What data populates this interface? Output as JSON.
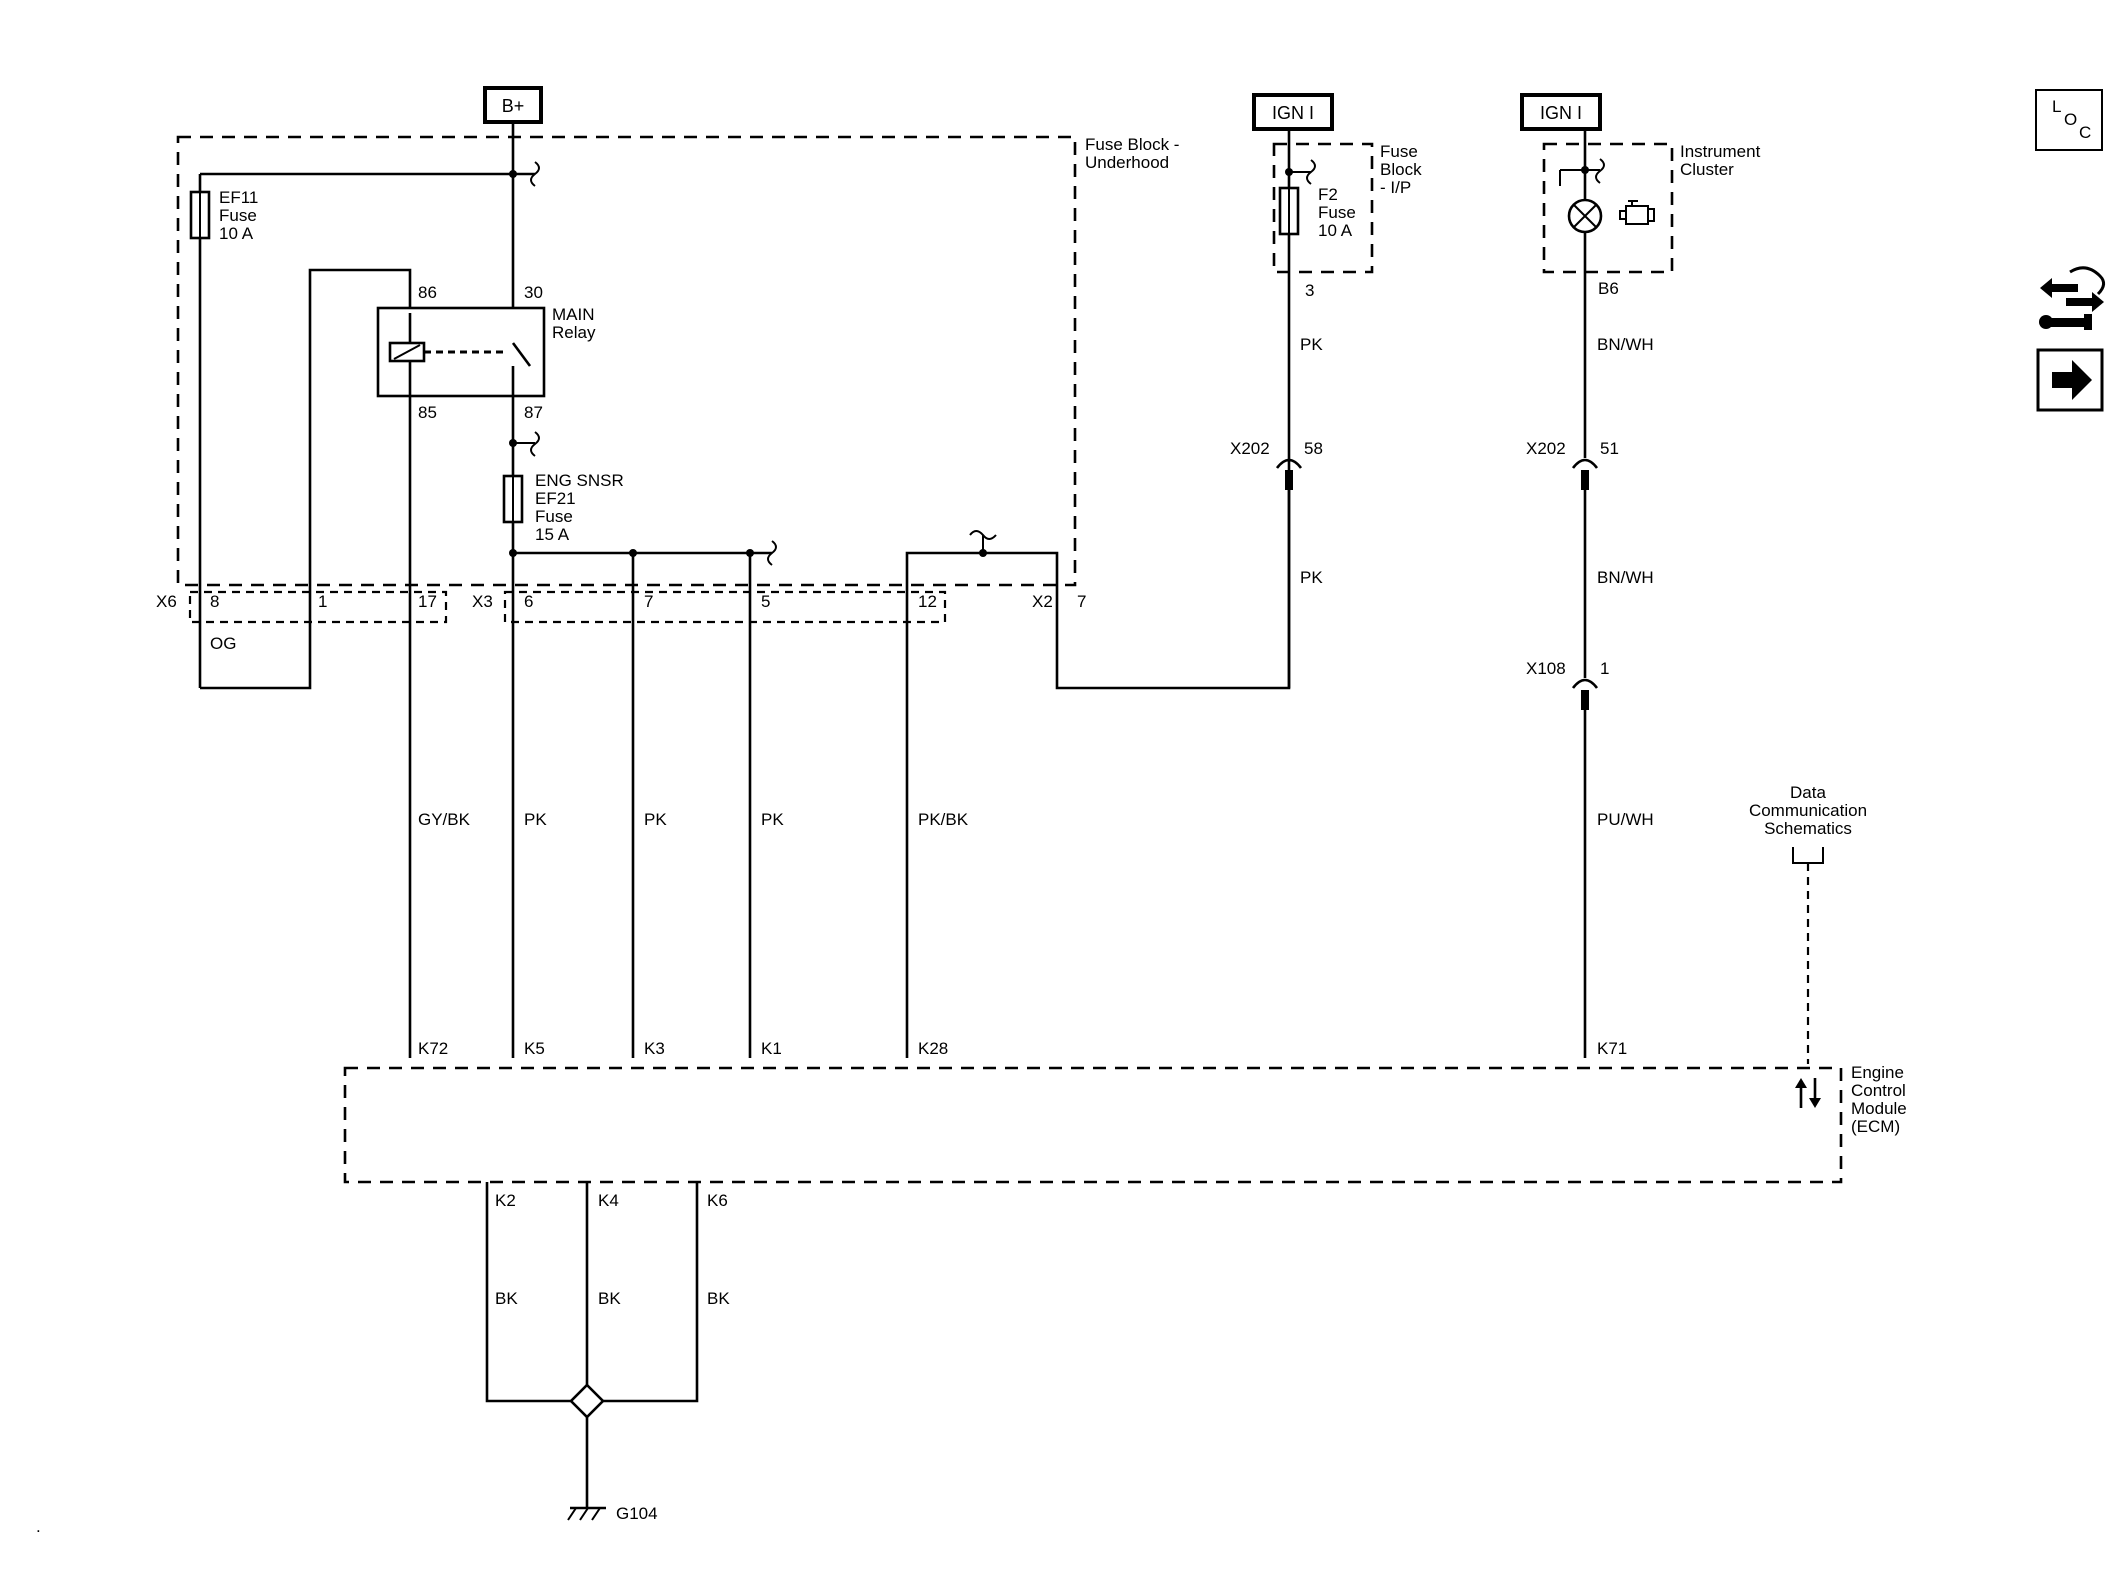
{
  "power_sources": {
    "battery": "B+",
    "ign_fuse_block": "IGN I",
    "ign_cluster": "IGN I"
  },
  "fuse_block_underhood": {
    "label_line1": "Fuse Block -",
    "label_line2": "Underhood",
    "fuse_ef11": {
      "line1": "EF11",
      "line2": "Fuse",
      "line3": "10 A"
    },
    "fuse_ef21": {
      "line1": "ENG SNSR",
      "line2": "EF21",
      "line3": "Fuse",
      "line4": "15 A"
    },
    "relay": {
      "line1": "MAIN",
      "line2": "Relay",
      "pin86": "86",
      "pin85": "85",
      "pin30": "30",
      "pin87": "87"
    }
  },
  "fuse_block_ip": {
    "line1": "Fuse",
    "line2": "Block",
    "line3": "- I/P",
    "fuse_f2": {
      "line1": "F2",
      "line2": "Fuse",
      "line3": "10 A"
    },
    "pin": "3"
  },
  "instrument_cluster": {
    "line1": "Instrument",
    "line2": "Cluster",
    "pin": "B6"
  },
  "connectors": {
    "x6": {
      "name": "X6",
      "pins": [
        "8",
        "1",
        "17"
      ]
    },
    "x3": {
      "name": "X3",
      "pins": [
        "6",
        "7",
        "5",
        "12"
      ]
    },
    "x2": {
      "name": "X2",
      "pin": "7"
    },
    "x202_left": {
      "name": "X202",
      "pin": "58"
    },
    "x202_right": {
      "name": "X202",
      "pin": "51"
    },
    "x108": {
      "name": "X108",
      "pin": "1"
    }
  },
  "wire_colors": {
    "og": "OG",
    "gybk": "GY/BK",
    "pk1": "PK",
    "pk2": "PK",
    "pk3": "PK",
    "pkbk": "PK/BK",
    "pk_ip_upper": "PK",
    "pk_ip_lower": "PK",
    "bnwh_upper": "BN/WH",
    "bnwh_lower": "BN/WH",
    "puwh": "PU/WH",
    "bk1": "BK",
    "bk2": "BK",
    "bk3": "BK"
  },
  "ecm": {
    "line1": "Engine",
    "line2": "Control",
    "line3": "Module",
    "line4": "(ECM)",
    "top_pins": [
      "K72",
      "K5",
      "K3",
      "K1",
      "K28",
      "K71"
    ],
    "bottom_pins": [
      "K2",
      "K4",
      "K6"
    ]
  },
  "data_comm": {
    "line1": "Data",
    "line2": "Communication",
    "line3": "Schematics"
  },
  "ground": "G104",
  "side_icons": {
    "loc": {
      "l": "L",
      "o": "O",
      "c": "C"
    },
    "nav_icon": "service-navigation-icon",
    "arrow_icon": "right-arrow-icon"
  },
  "stray_text": "."
}
